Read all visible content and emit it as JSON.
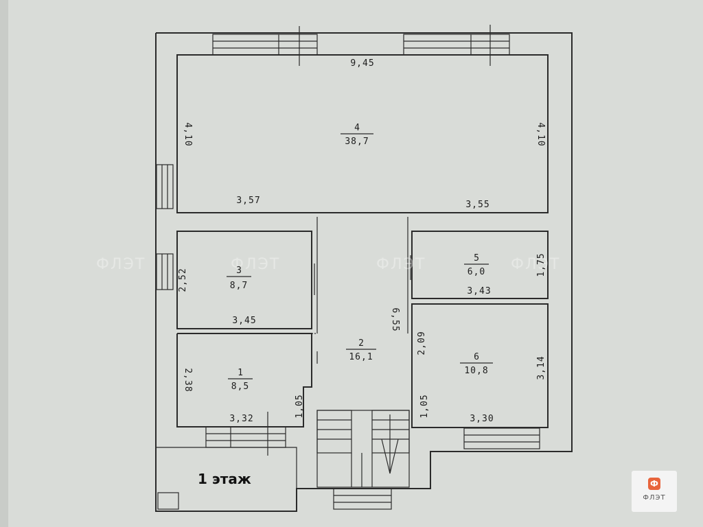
{
  "floor_label": "1 этаж",
  "watermark": "ФЛЭТ",
  "logo": {
    "glyph": "Ф",
    "text": "ФЛЭТ",
    "color": "#e8643c"
  },
  "rooms": [
    {
      "id": "4",
      "area": "38,7"
    },
    {
      "id": "3",
      "area": "8,7"
    },
    {
      "id": "5",
      "area": "6,0"
    },
    {
      "id": "2",
      "area": "16,1"
    },
    {
      "id": "1",
      "area": "8,5"
    },
    {
      "id": "6",
      "area": "10,8"
    }
  ],
  "dimensions": {
    "room4_top": "9,45",
    "room4_left": "4,10",
    "room4_right": "4,10",
    "room4_bottom_left": "3,57",
    "room4_bottom_right": "3,55",
    "room3_left": "2,52",
    "room3_bottom": "3,45",
    "room5_right": "1,75",
    "room5_bottom": "3,43",
    "hall_height": "6,55",
    "room6_left": "2,09",
    "room6_right": "3,14",
    "room6_bottom": "3,30",
    "room6_door": "1,05",
    "room1_left": "2,38",
    "room1_door": "1,05",
    "room1_bottom": "3,32"
  }
}
